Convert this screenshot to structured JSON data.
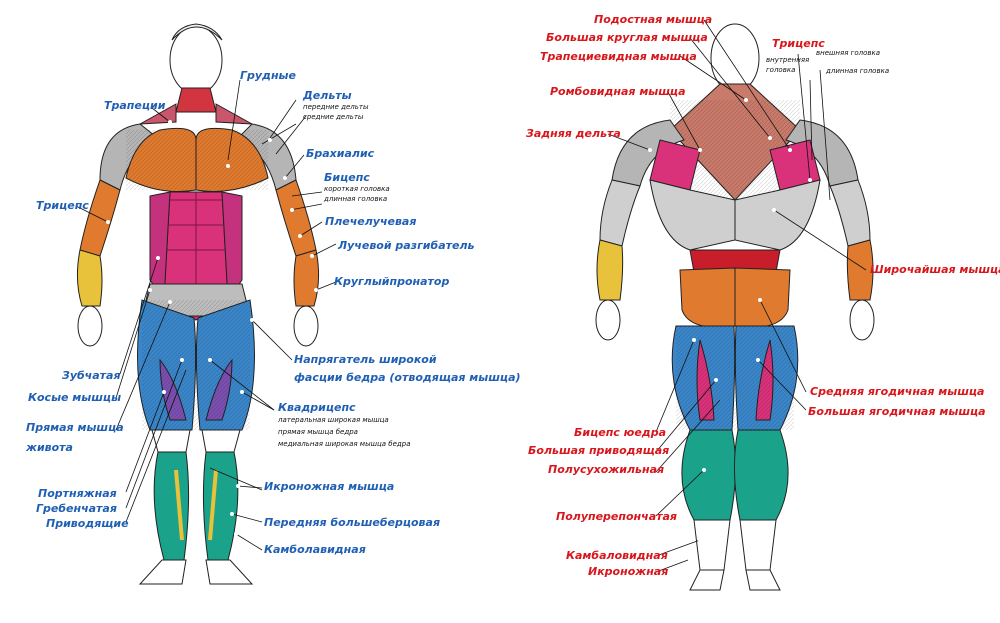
{
  "colors": {
    "front_label": "#1f5fb4",
    "back_label": "#d8161b",
    "sub_label": "#111111",
    "muscle_orange": "#e07a2e",
    "muscle_pink": "#d9327a",
    "muscle_red": "#c81e2c",
    "muscle_blue": "#3a86c9",
    "muscle_purple": "#7b4fb0",
    "muscle_teal": "#1aa38a",
    "muscle_gray": "#b7b7b7",
    "muscle_yellow": "#e8c23a"
  },
  "front": {
    "trapezius": "Трапеции",
    "pectorals": "Грудные",
    "deltoids": "Дельты",
    "deltoids_front": "передние дельты",
    "deltoids_middle": "средние дельты",
    "triceps": "Трицепс",
    "brachialis": "Брахиалис",
    "biceps": "Бицепс",
    "biceps_short": "короткая головка",
    "biceps_long": "длинная головка",
    "brachioradialis": "Плечелучевая",
    "radial_extensor": "Лучевой разгибатель",
    "pronator": "Круглыйпронатор",
    "tensor_1": "Напрягатель широкой",
    "tensor_2": "фасции бедра (отводящая мышца)",
    "serratus": "Зубчатая",
    "obliques": "Косые мышцы",
    "rectus_1": "Прямая мышца",
    "rectus_2": "живота",
    "quadriceps": "Квадрицепс",
    "quad_lateral": "латеральная широкая мышца",
    "quad_rectus": "прямая мышца бедра",
    "quad_medial": "медиальная широкая мышца бедра",
    "sartorius": "Портняжная",
    "pectineus": "Гребенчатая",
    "adductors": "Приводящие",
    "gastrocnemius": "Икроножная мышца",
    "tibialis": "Передняя большеберцовая",
    "soleus": "Камболавидная"
  },
  "back": {
    "infraspinatus": "Подостная мышца",
    "teres_major": "Большая круглая мышца",
    "trapezius": "Трапециевидная мышца",
    "rhomboid": "Ромбовидная мышца",
    "rear_delt": "Задняя дельта",
    "triceps": "Трицепс",
    "triceps_inner_1": "внутренняя",
    "triceps_inner_2": "головка",
    "triceps_outer": "внешняя головка",
    "triceps_long": "длинная головка",
    "lats": "Широчайшая мышца",
    "glute_med": "Средняя ягодичная мышца",
    "glute_max": "Большая ягодичная мышца",
    "biceps_femoris": "Бицепс юедра",
    "adductor_magnus": "Большая приводящая",
    "semitendinosus": "Полусухожильная",
    "semimembranosus": "Полуперепончатая",
    "soleus": "Камбаловидная",
    "gastrocnemius": "Икроножная"
  }
}
